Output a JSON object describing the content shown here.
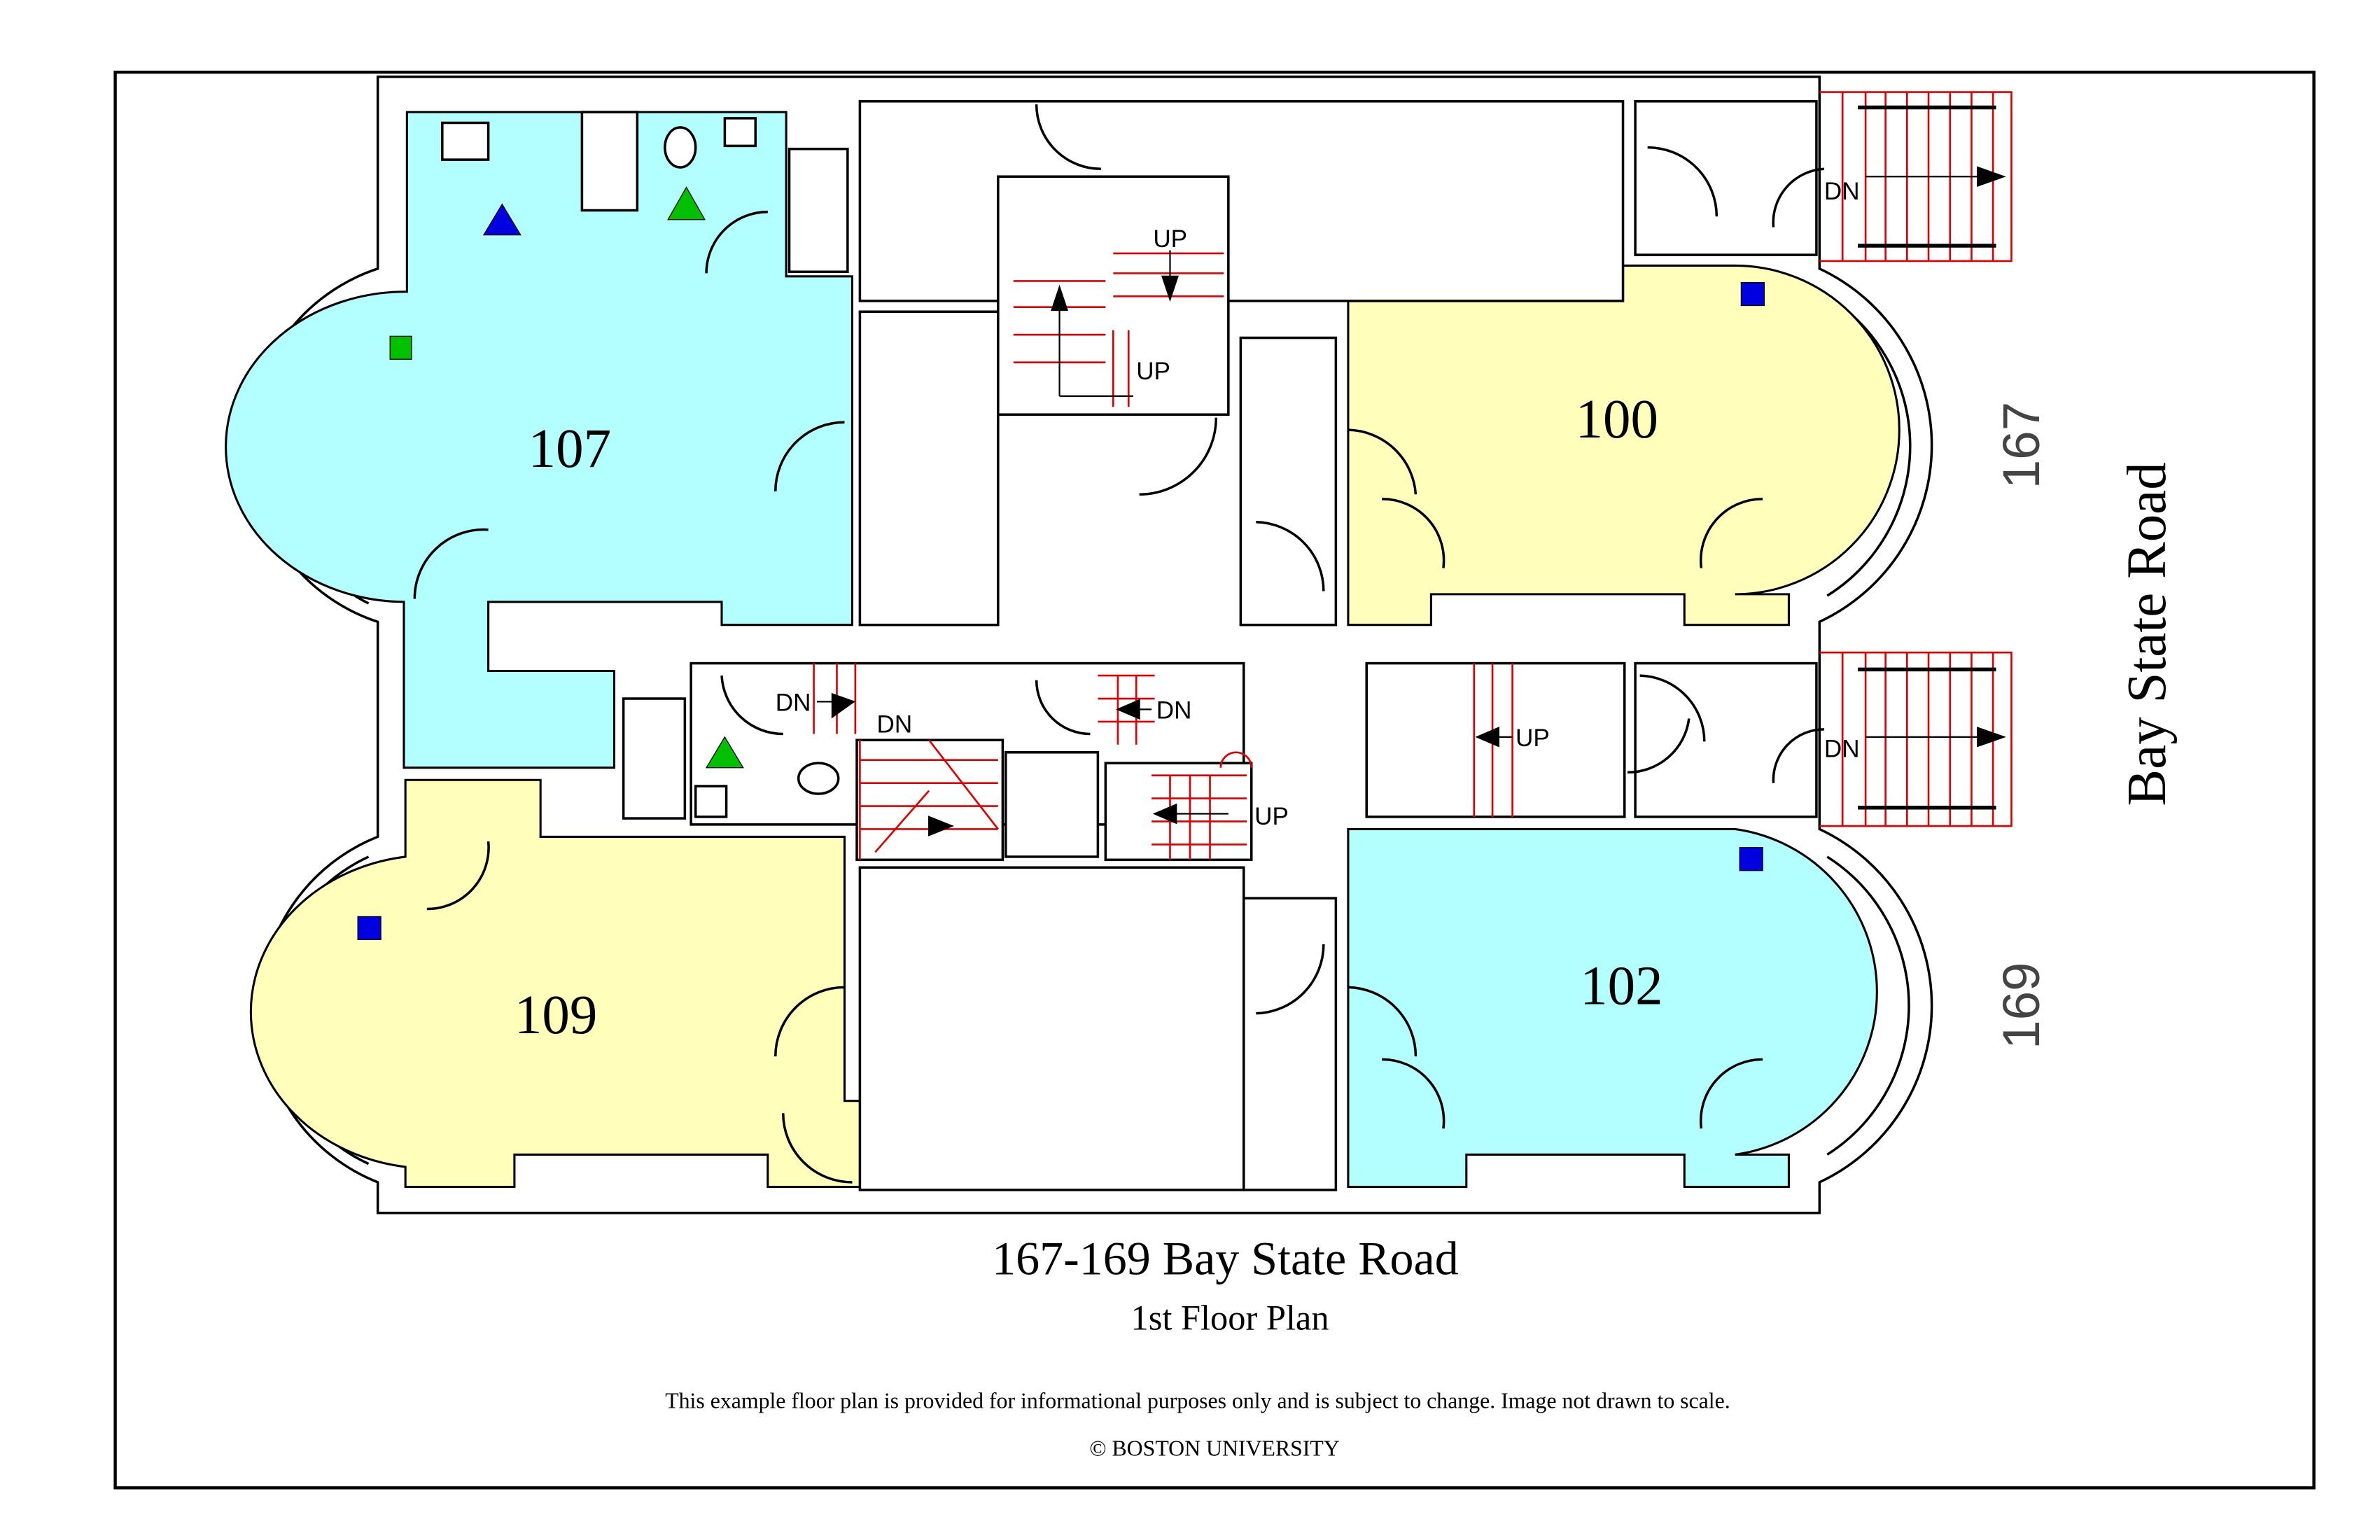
{
  "plan": {
    "title": "167-169 Bay State Road",
    "subtitle": "1st Floor Plan",
    "disclaimer": "This example floor plan is provided for informational purposes only and is subject to change. Image not drawn to scale.",
    "copyright": "© BOSTON UNIVERSITY",
    "street_label": "Bay State Road",
    "building_numbers": [
      "167",
      "169"
    ]
  },
  "rooms": [
    {
      "number": "107",
      "color": "#b3ffff"
    },
    {
      "number": "100",
      "color": "#ffffbb"
    },
    {
      "number": "109",
      "color": "#ffffbb"
    },
    {
      "number": "102",
      "color": "#b3ffff"
    }
  ],
  "stair_labels": [
    "UP",
    "UP",
    "DN",
    "DN",
    "DN",
    "DN",
    "UP",
    "DN",
    "UP"
  ],
  "colors": {
    "stairs": "#e00000",
    "marker_blue": "#0000e0",
    "marker_green": "#00c000"
  }
}
